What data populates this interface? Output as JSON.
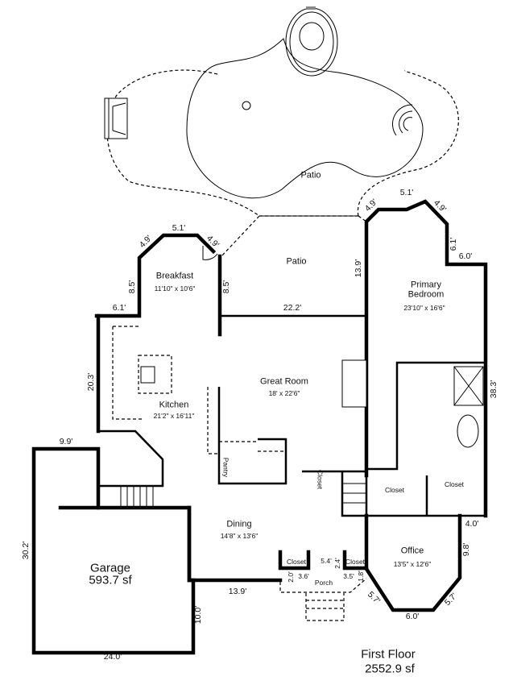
{
  "plan": {
    "floor_title": "First Floor",
    "floor_area": "2552.9 sf"
  },
  "rooms": {
    "patio_outer": "Patio",
    "patio_covered": "Patio",
    "breakfast": {
      "name": "Breakfast",
      "size": "11'10\" x 10'6\""
    },
    "primary_bedroom": {
      "name_line1": "Primary",
      "name_line2": "Bedroom",
      "size": "23'10\" x 16'6\""
    },
    "kitchen": {
      "name": "Kitchen",
      "size": "21'2\" x 16'11\""
    },
    "great_room": {
      "name": "Great Room",
      "size": "18' x 22'6\""
    },
    "pantry": "Pantry",
    "closet_hall": "Closet",
    "closet_1": "Closet",
    "closet_2": "Closet",
    "dining": {
      "name": "Dining",
      "size": "14'8\" x 13'6\""
    },
    "closet_porch_left": "Closet",
    "closet_porch_right": "Closet",
    "porch": "Porch",
    "office": {
      "name": "Office",
      "size": "13'5\" x 12'6\""
    },
    "garage": {
      "name": "Garage",
      "area": "593.7 sf"
    }
  },
  "dimensions": {
    "breakfast_left_diag": "4.9'",
    "breakfast_top": "5.1'",
    "breakfast_right_diag": "4.9'",
    "breakfast_left": "8.5'",
    "breakfast_right": "8.5'",
    "kitchen_top": "6.1'",
    "patio_bottom": "22.2'",
    "patio_right": "13.9'",
    "bedroom_left_diag": "4.9'",
    "bedroom_top": "5.1'",
    "bedroom_right_diag": "4.9'",
    "bedroom_right_upper": "6.1'",
    "bedroom_step": "6.0'",
    "east_wall": "38.3'",
    "kitchen_left": "20.3'",
    "garage_top": "9.9'",
    "garage_left": "30.2'",
    "garage_bottom": "24.0'",
    "garage_right": "10.0'",
    "dining_bottom": "13.9'",
    "porch_mid": "5.4'",
    "porch_left_depth": "2.0'",
    "porch_left_width": "3.6'",
    "porch_right_depth": "2.4'",
    "porch_right_width": "3.5'",
    "porch_right_small": "1.8'",
    "office_step": "4.0'",
    "office_right": "9.8'",
    "office_left_diag": "5.7'",
    "office_bottom": "6.0'",
    "office_right_diag": "5.7'"
  }
}
